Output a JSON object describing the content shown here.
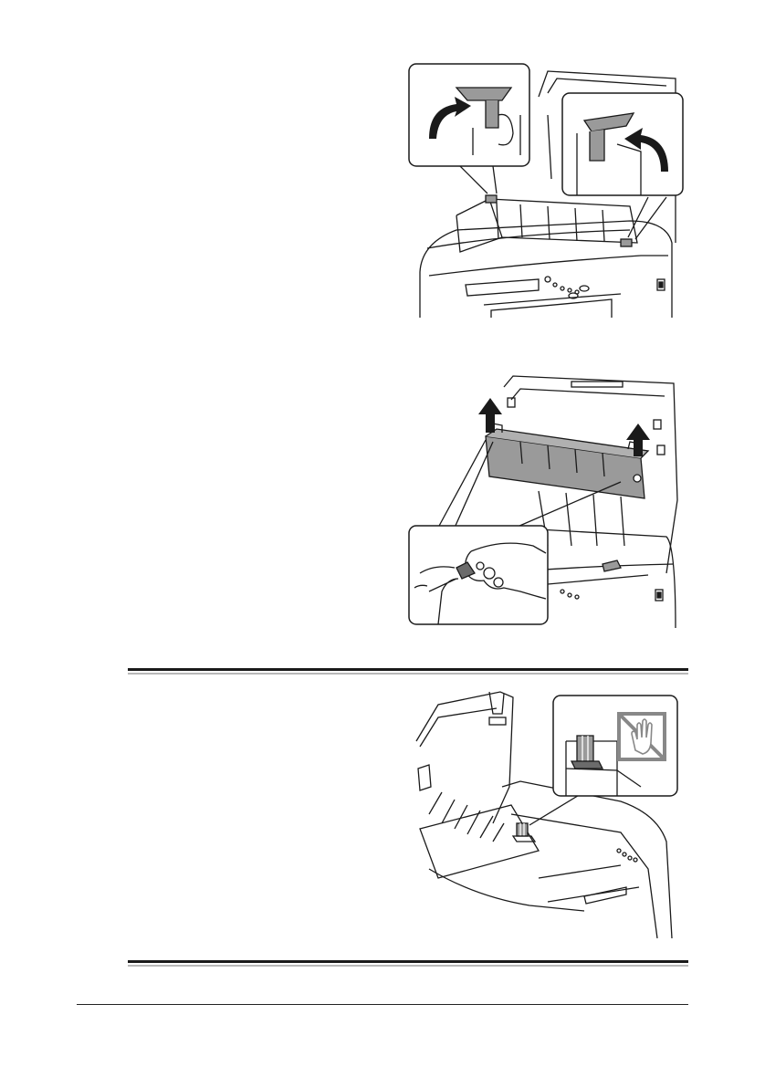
{
  "page": {
    "steps": [
      {
        "illustration": "raise-fuser-separator-levers",
        "arrow_icon": "curved-up-arrow-icon"
      },
      {
        "illustration": "lift-out-fuser-unit",
        "arrow_icon": "up-arrow-icon"
      }
    ],
    "note": {
      "illustration": "do-not-touch-sensor",
      "warning_icon": "no-hand-touch-icon"
    }
  },
  "colors": {
    "line": "#1a1a1a",
    "part_gray": "#9a9a9a",
    "part_dark": "#6b6b6b",
    "warning_frame": "#888888"
  }
}
